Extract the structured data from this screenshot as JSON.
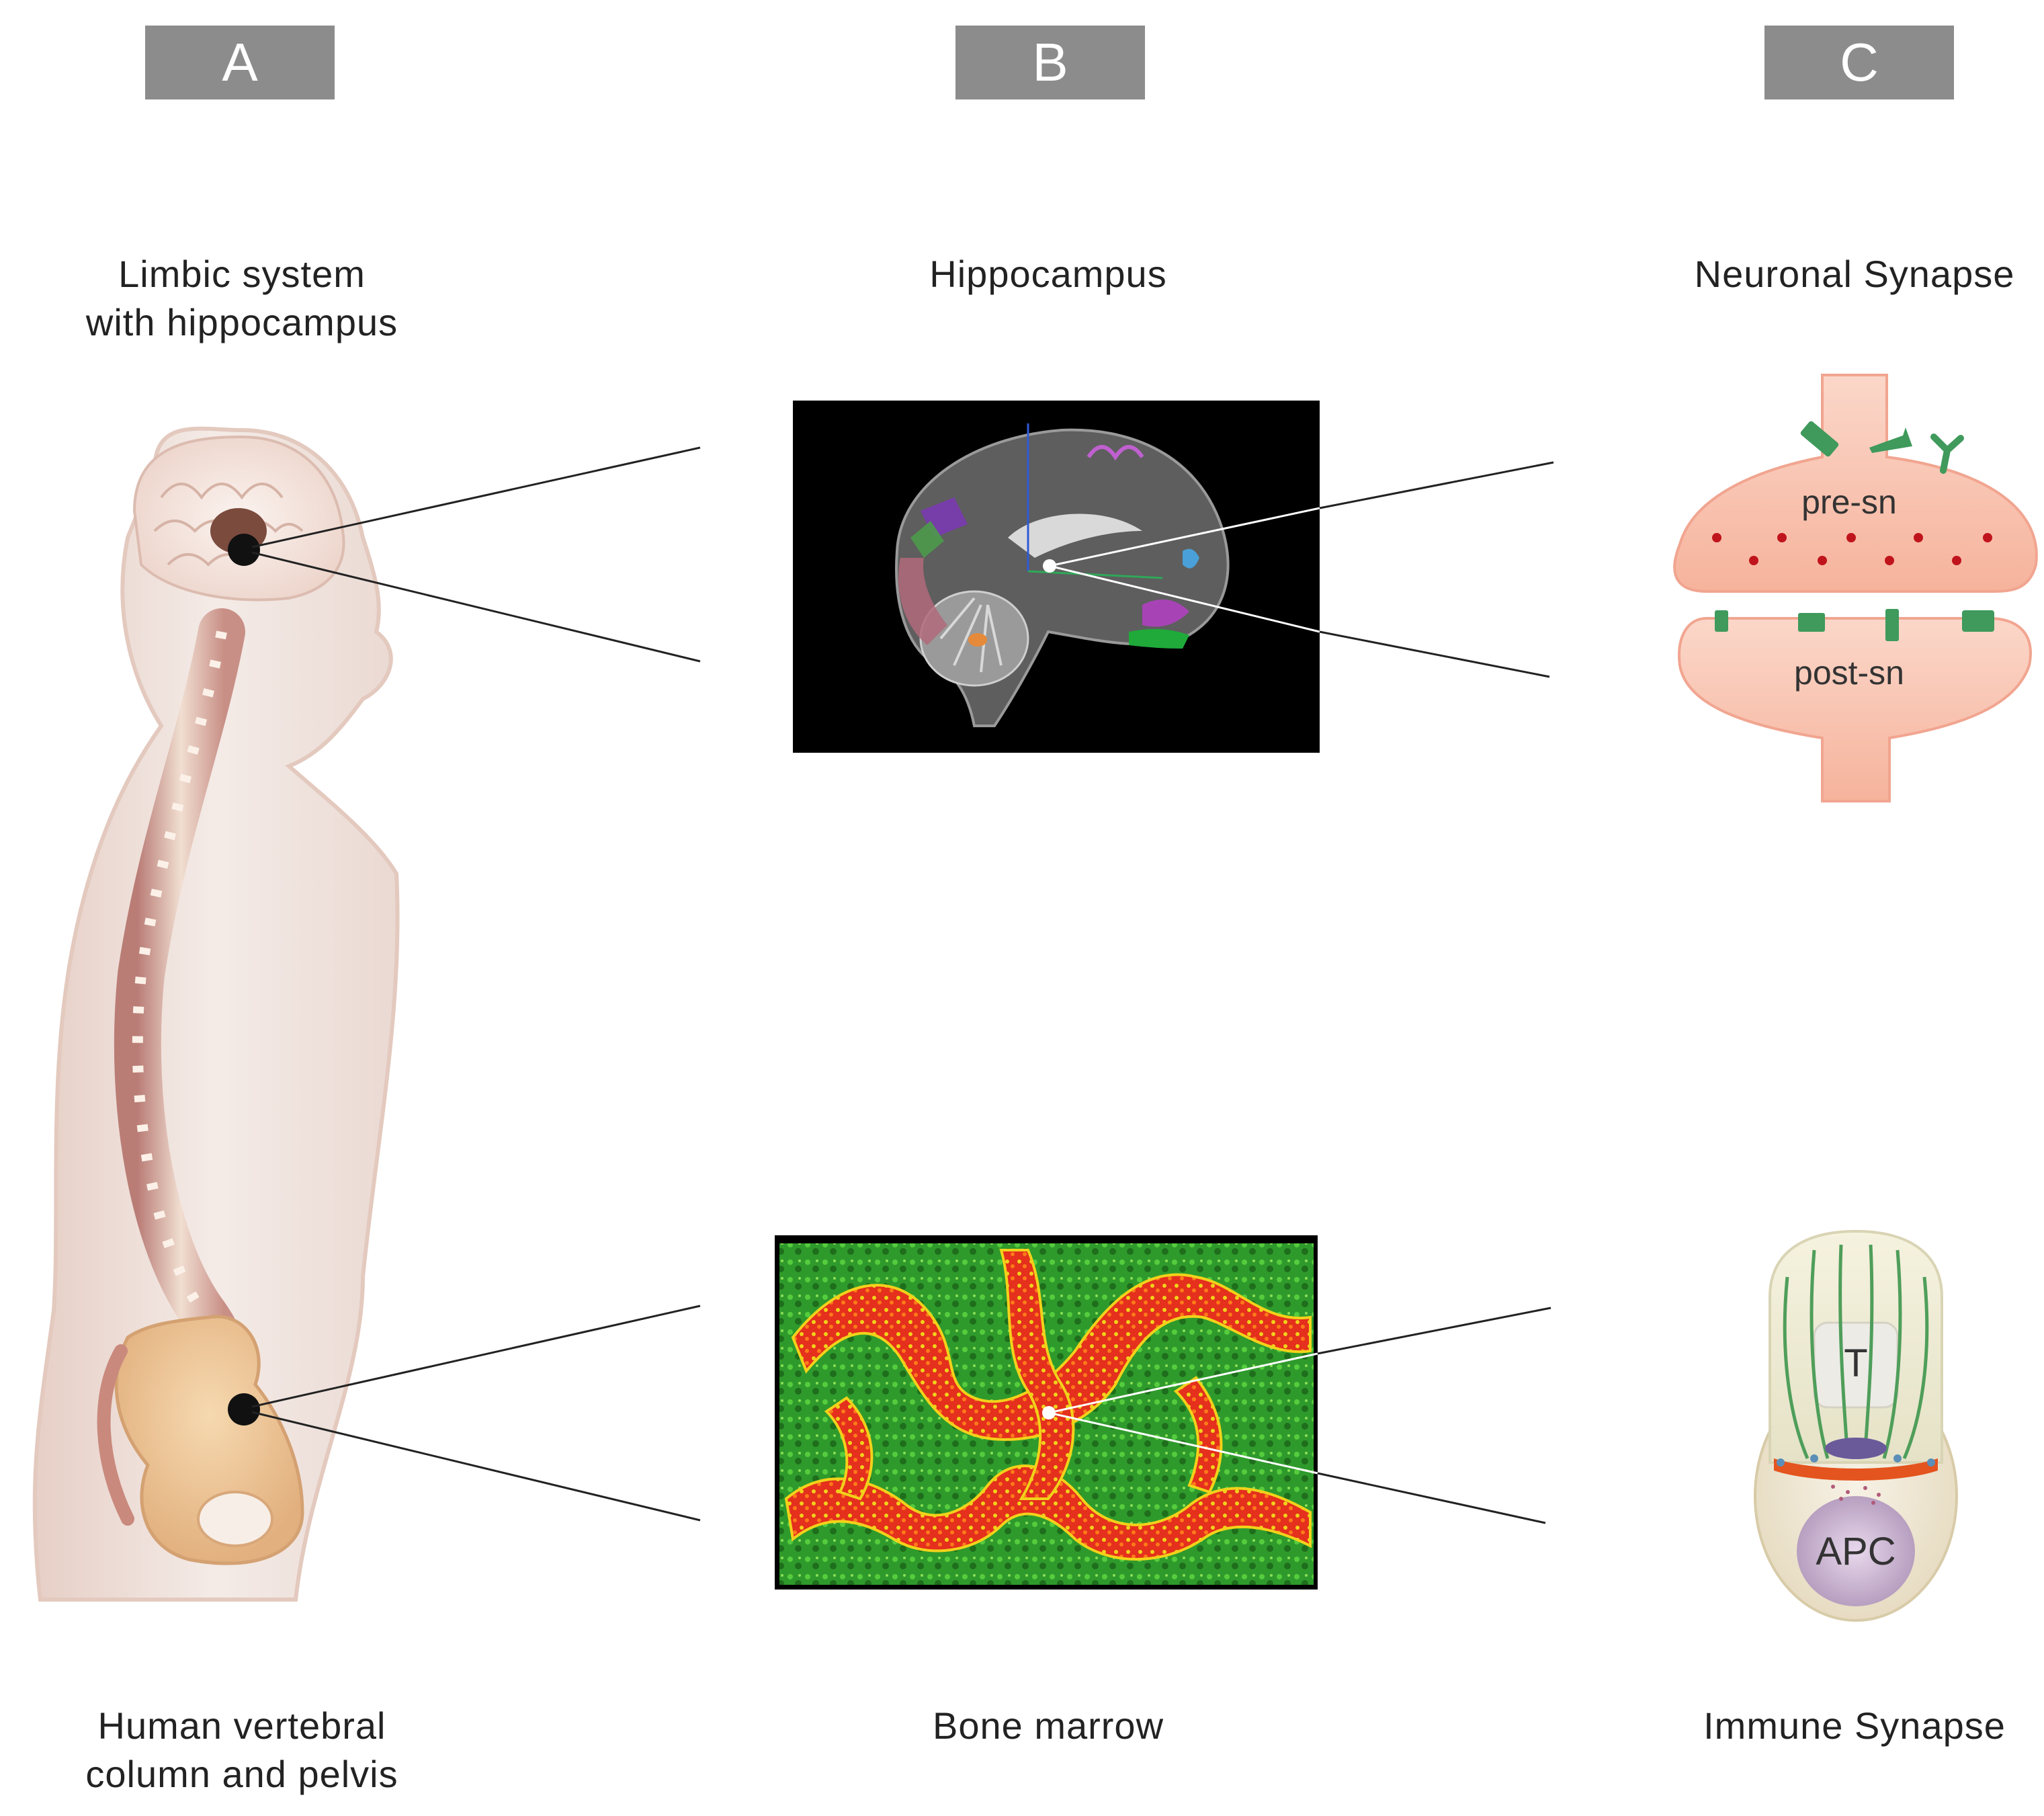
{
  "panels": {
    "a": {
      "letter": "A",
      "top_label": [
        "Limbic system",
        "with hippocampus"
      ],
      "bottom_label": [
        "Human vertebral",
        "column and pelvis"
      ]
    },
    "b": {
      "letter": "B",
      "top_label": [
        "Hippocampus"
      ],
      "bottom_label": [
        "Bone marrow"
      ]
    },
    "c": {
      "letter": "C",
      "top_label": [
        "Neuronal Synapse"
      ],
      "bottom_label": [
        "Immune Synapse"
      ]
    }
  },
  "neuronal_synapse": {
    "pre_label": "pre-sn",
    "post_label": "post-sn"
  },
  "immune_synapse": {
    "t_label": "T",
    "apc_label": "APC"
  },
  "colors": {
    "tab": "#8c8c8c",
    "synapse_fill": "#f9c4b2",
    "receptor": "#3f9a5c",
    "vesicle": "#c0141c",
    "marrow_red": "#e4301c",
    "marrow_yellow": "#f2d21a",
    "marrow_green": "#3cb83a"
  }
}
